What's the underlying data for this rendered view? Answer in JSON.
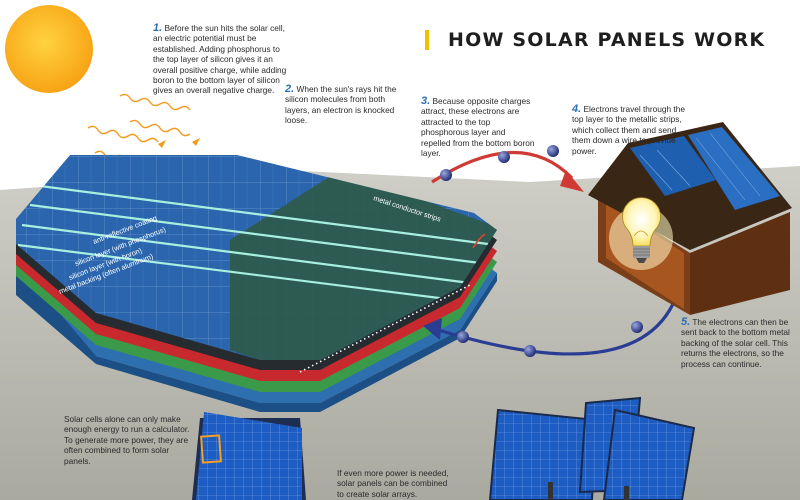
{
  "title": "HOW SOLAR PANELS WORK",
  "steps": [
    {
      "number": "1.",
      "text": "Before the sun hits the solar cell, an electric potential must be established. Adding phosphorus to the top layer of silicon gives it an overall positive charge, while adding boron to the bottom layer of silicon gives an overall negative charge."
    },
    {
      "number": "2.",
      "text": "When the sun's rays hit the silicon molecules from both layers, an electron is knocked loose."
    },
    {
      "number": "3.",
      "text": "Because opposite charges attract, these electrons are attracted to the top phosphorous layer and repelled from the bottom boron layer."
    },
    {
      "number": "4.",
      "text": "Electrons travel through the top layer to the metallic strips, which collect them and send them down a wire to provide power."
    },
    {
      "number": "5.",
      "text": "The electrons can then be sent back to the bottom metal backing of the solar cell. This returns the electrons, so the process can continue."
    }
  ],
  "layers": {
    "conductor": "metal conductor strips",
    "antireflective": "anti-reflective coating",
    "phosphorus": "silicon layer (with phosphorus)",
    "boron": "silicon layer (with boron)",
    "backing": "metal backing (often aluminum)"
  },
  "captions": {
    "cells": "Solar cells alone can only make enough energy to run a calculator. To generate more power, they are often combined to form solar panels.",
    "arrays": "If even more power is needed, solar panels can be combined to create solar arrays."
  },
  "colors": {
    "sun": "#fbb416",
    "panel_blue": "#1f5fa6",
    "red_layer": "#c8292e",
    "green_layer": "#3b9a4a",
    "arrow_red": "#cf3a35",
    "arrow_blue": "#2a3d94",
    "title_bar": "#f2c200",
    "step_number": "#2b6fb8"
  }
}
